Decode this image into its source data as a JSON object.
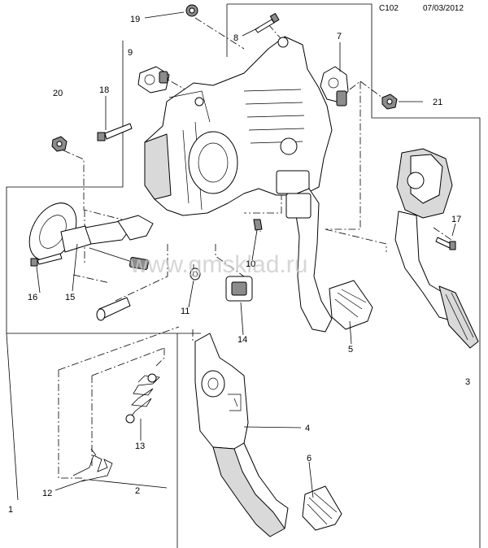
{
  "header": {
    "code": "C102",
    "date": "07/03/2012"
  },
  "watermark": "www.gmsklad.ru",
  "callouts": [
    "1",
    "2",
    "3",
    "4",
    "5",
    "6",
    "7",
    "8",
    "9",
    "10",
    "11",
    "12",
    "13",
    "14",
    "15",
    "16",
    "17",
    "18",
    "19",
    "20",
    "21"
  ]
}
